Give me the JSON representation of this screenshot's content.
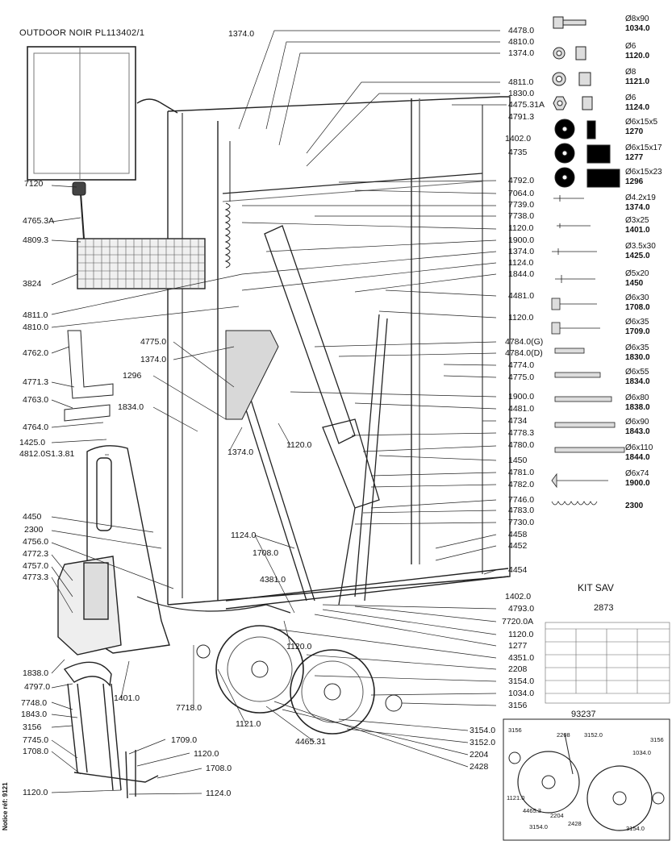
{
  "title": "OUTDOOR NOIR  PL113402/1",
  "notice": "Notice réf: 9121",
  "kit": {
    "title": "KIT SAV",
    "code": "2873",
    "sub_code": "93237"
  },
  "hardware": [
    {
      "spec": "Ø8x90",
      "code": "1034.0",
      "icon": "hex-bolt-icon"
    },
    {
      "spec": "Ø6",
      "code": "1120.0",
      "icon": "flat-washer-icon"
    },
    {
      "spec": "Ø8",
      "code": "1121.0",
      "icon": "flat-washer-icon"
    },
    {
      "spec": "Ø6",
      "code": "1124.0",
      "icon": "hex-nut-icon"
    },
    {
      "spec": "Ø6x15x5",
      "code": "1270",
      "icon": "rubber-washer-icon"
    },
    {
      "spec": "Ø6x15x17",
      "code": "1277",
      "icon": "rubber-washer-icon"
    },
    {
      "spec": "Ø6x15x23",
      "code": "1296",
      "icon": "rubber-washer-icon"
    },
    {
      "spec": "Ø4.2x19",
      "code": "1374.0",
      "icon": "wood-screw-icon"
    },
    {
      "spec": "Ø3x25",
      "code": "1401.0",
      "icon": "wood-screw-icon"
    },
    {
      "spec": "Ø3.5x30",
      "code": "1425.0",
      "icon": "wood-screw-icon"
    },
    {
      "spec": "Ø5x20",
      "code": "1450",
      "icon": "wood-screw-icon"
    },
    {
      "spec": "Ø6x30",
      "code": "1708.0",
      "icon": "hex-bolt-icon"
    },
    {
      "spec": "Ø6x35",
      "code": "1709.0",
      "icon": "hex-bolt-icon"
    },
    {
      "spec": "Ø6x35",
      "code": "1830.0",
      "icon": "threaded-rod-icon"
    },
    {
      "spec": "Ø6x55",
      "code": "1834.0",
      "icon": "threaded-rod-icon"
    },
    {
      "spec": "Ø6x80",
      "code": "1838.0",
      "icon": "threaded-rod-icon"
    },
    {
      "spec": "Ø6x90",
      "code": "1843.0",
      "icon": "threaded-rod-icon"
    },
    {
      "spec": "Ø6x110",
      "code": "1844.0",
      "icon": "threaded-rod-icon"
    },
    {
      "spec": "Ø6x74",
      "code": "1900.0",
      "icon": "countersunk-bolt-icon"
    },
    {
      "spec": "",
      "code": "2300",
      "icon": "spring-icon"
    }
  ],
  "labels_left": [
    "7120",
    "4765.3A",
    "4809.3",
    "3824",
    "4811.0",
    "4810.0",
    "4762.0",
    "4771.3",
    "4763.0",
    "4764.0",
    "1425.0",
    "4812.0S1.3.81",
    "4450",
    "2300",
    "4756.0",
    "4772.3",
    "4757.0",
    "4773.3",
    "1838.0",
    "4797.0",
    "7748.0",
    "1843.0",
    "3156",
    "7745.0",
    "1708.0",
    "1120.0"
  ],
  "labels_right": [
    "4478.0",
    "4810.0",
    "1374.0",
    "4811.0",
    "1830.0",
    "4475.31A",
    "4791.3",
    "1402.0",
    "4735",
    "4792.0",
    "7064.0",
    "7739.0",
    "7738.0",
    "1120.0",
    "1900.0",
    "1374.0",
    "1124.0",
    "1844.0",
    "4481.0",
    "1120.0",
    "4784.0(G)",
    "4784.0(D)",
    "4774.0",
    "4775.0",
    "1900.0",
    "4481.0",
    "4734",
    "4778.3",
    "4780.0",
    "1450",
    "4781.0",
    "4782.0",
    "7746.0",
    "4783.0",
    "7730.0",
    "4458",
    "4452",
    "4454",
    "1402.0",
    "4793.0",
    "7720.0A",
    "1120.0",
    "1277",
    "4351.0",
    "2208",
    "3154.0",
    "1034.0",
    "3156",
    "3154.0",
    "3152.0",
    "2204",
    "2428"
  ],
  "labels_center": [
    "1374.0",
    "4775.0",
    "1374.0",
    "1296",
    "1834.0",
    "1374.0",
    "1120.0",
    "1124.0",
    "1708.0",
    "4381.0",
    "1120.0",
    "1401.0",
    "7718.0",
    "1121.0",
    "4465.31",
    "1709.0",
    "1120.0",
    "1708.0",
    "1124.0"
  ],
  "inset_labels": [
    "3156",
    "2208",
    "3152.0",
    "3156",
    "1034.0",
    "1121.0",
    "4465.3",
    "2204",
    "2428",
    "3154.0",
    "3154.0"
  ]
}
